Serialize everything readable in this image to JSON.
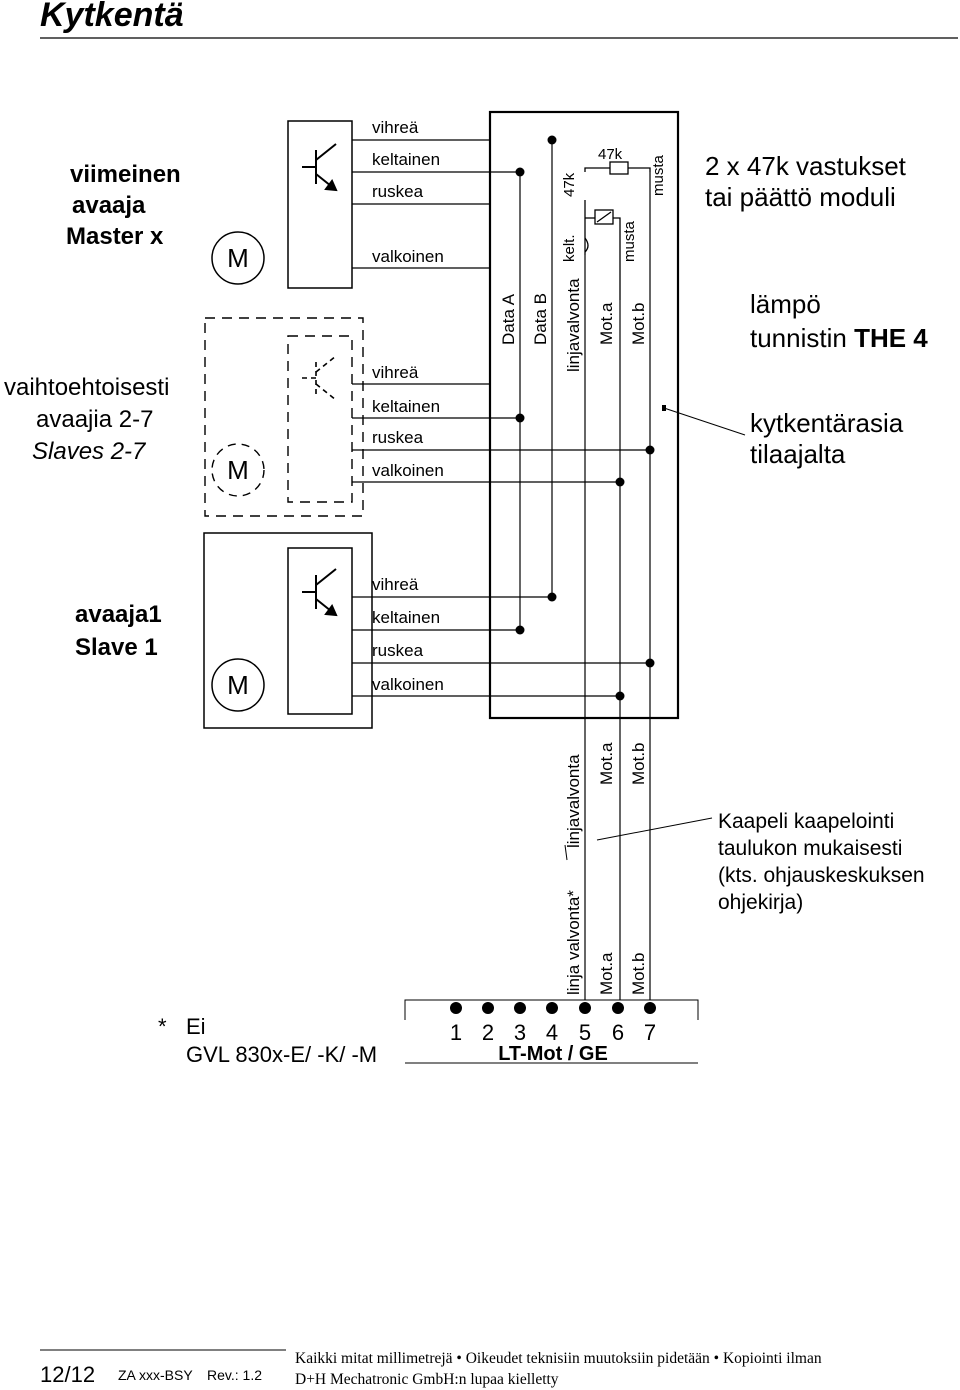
{
  "header": {
    "title": "Kytkentä"
  },
  "master": {
    "line1": "viimeinen",
    "line2": "avaaja",
    "line3": "Master x"
  },
  "alt": {
    "line1": "vaihtoehtoisesti",
    "line2": "avaajia 2-7",
    "line3": "Slaves 2-7"
  },
  "slave1": {
    "line1": "avaaja1",
    "line2": "Slave 1"
  },
  "motor": {
    "symbol": "M"
  },
  "wires": {
    "w1": "vihreä",
    "w2": "keltainen",
    "w3": "ruskea",
    "w4": "valkoinen"
  },
  "box": {
    "top_res": "47k",
    "side_res": "47k",
    "kelt": "kelt.",
    "musta_top": "musta",
    "musta_mid": "musta",
    "cols": [
      "Data A",
      "Data B",
      "linjavalvonta",
      "Mot.a",
      "Mot.b"
    ]
  },
  "right": {
    "r1": "2 x 47k vastukset",
    "r2": "tai päättö moduli",
    "temp1": "lämpö",
    "temp2_plain": "tunnistin ",
    "temp2_bold": "THE 4",
    "box1": "kytkentärasia",
    "box2": "tilaajalta",
    "cable1": "Kaapeli kaapelointi",
    "cable2": "taulukon mukaisesti",
    "cable3": "(kts. ohjauskeskuksen",
    "cable4": "ohjekirja)"
  },
  "lower": {
    "upper_cols": [
      "linjavalvonta",
      "Mot.a",
      "Mot.b"
    ],
    "lower_cols": [
      "linja valvonta*",
      "Mot.a",
      "Mot.b"
    ]
  },
  "terminal": {
    "numbers": [
      "1",
      "2",
      "3",
      "4",
      "5",
      "6",
      "7"
    ],
    "name": "LT-Mot / GE"
  },
  "note": {
    "star": "*",
    "line1": "Ei",
    "line2": "GVL 830x-E/ -K/ -M"
  },
  "footer": {
    "page": "12/12",
    "code": "ZA xxx-BSY",
    "rev": "Rev.: 1.2",
    "legal1": "Kaikki mitat millimetrejä • Oikeudet teknisiin muutoksiin pidetään • Kopiointi ilman",
    "legal2": "D+H Mechatronic GmbH:n lupaa kielletty"
  }
}
